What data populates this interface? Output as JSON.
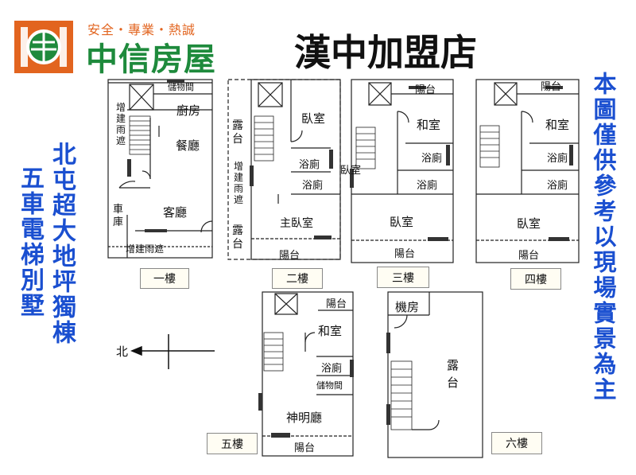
{
  "header": {
    "logo_tagline": "安全・專業・熱誠",
    "logo_name": "中信房屋",
    "store_title": "漢中加盟店"
  },
  "left_vertical": {
    "line1": "北屯超大地坪獨棟",
    "line2": "五車電梯別墅"
  },
  "right_vertical": "本圖僅供參考以現場實景為主",
  "compass": {
    "north_label": "北"
  },
  "floors": {
    "f1": {
      "label": "一樓",
      "rooms": {
        "storage": "儲物間",
        "kitchen": "廚房",
        "rain_shelter": "增建雨遮",
        "dining": "餐廳",
        "garage": "車庫",
        "living": "客廳",
        "rain_shelter_bottom": "增建雨遮"
      }
    },
    "f2": {
      "label": "二樓",
      "rooms": {
        "terrace": "露台",
        "rain_shelter": "增建雨遮",
        "terrace2": "露台",
        "bedroom": "臥室",
        "bath1": "浴廁",
        "bath2": "浴廁",
        "master": "主臥室",
        "balcony": "陽台"
      }
    },
    "f3": {
      "label": "三樓",
      "rooms": {
        "balcony_top": "陽台",
        "japanese": "和室",
        "bath1": "浴廁",
        "bedroom_side": "臥室",
        "bath2": "浴廁",
        "bedroom": "臥室",
        "balcony": "陽台"
      }
    },
    "f4": {
      "label": "四樓",
      "rooms": {
        "balcony_top": "陽台",
        "japanese": "和室",
        "bath1": "浴廁",
        "bath2": "浴廁",
        "bedroom": "臥室",
        "balcony": "陽台"
      }
    },
    "f5": {
      "label": "五樓",
      "rooms": {
        "balcony_top": "陽台",
        "japanese": "和室",
        "bath": "浴廁",
        "storage": "儲物間",
        "shrine": "神明廳",
        "balcony": "陽台"
      }
    },
    "f6": {
      "label": "六樓",
      "rooms": {
        "machine": "機房",
        "terrace": "露台"
      }
    }
  },
  "colors": {
    "logo_orange": "#e2641f",
    "logo_green": "#1e8a3c",
    "accent_blue": "#1a4fd0"
  }
}
